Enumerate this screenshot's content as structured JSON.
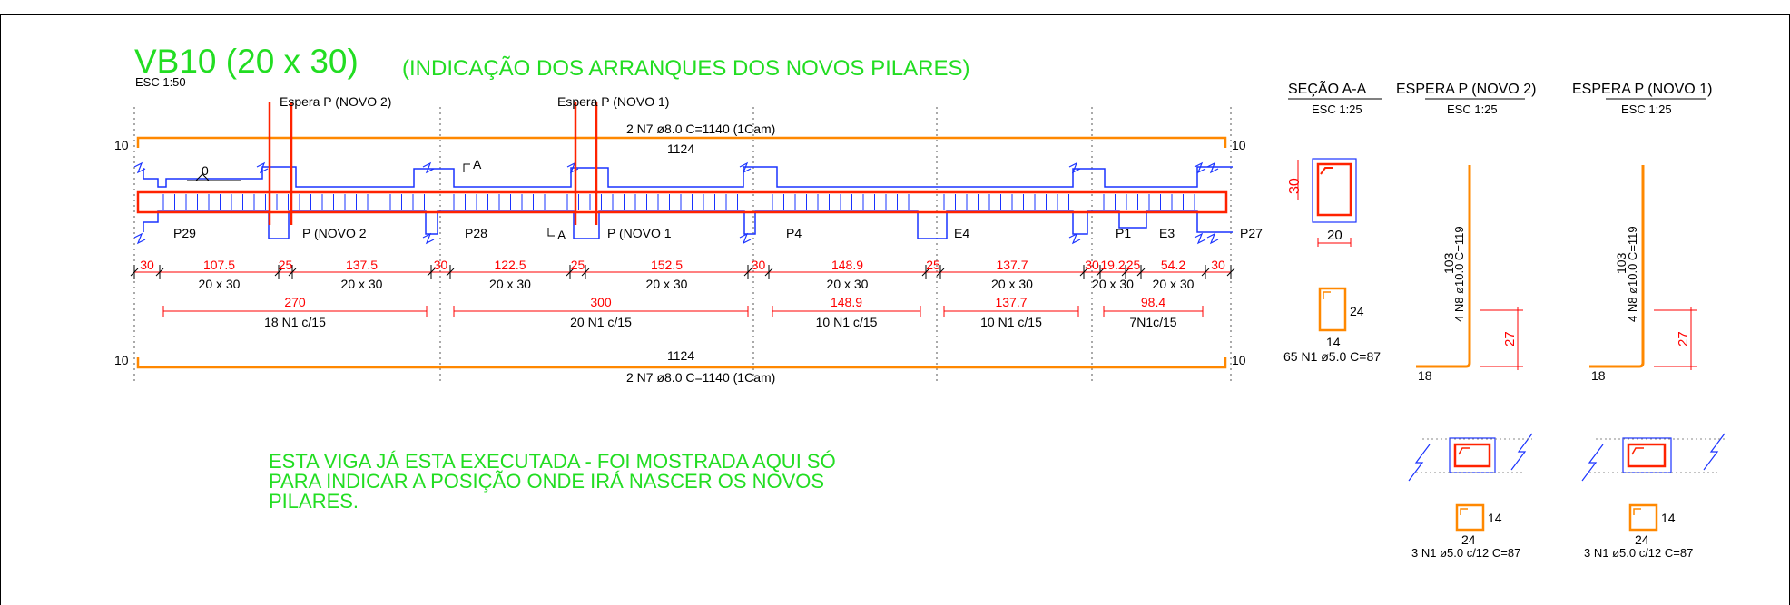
{
  "colors": {
    "title": "#22dd22",
    "bar": "#ff8800",
    "stirrup": "#ff2200",
    "outline": "#1a33ff",
    "dim": "#ff0000",
    "text": "#000000",
    "frame": "#000000"
  },
  "header": {
    "title": "VB10 (20 x 30)",
    "subtitle": "(INDICAÇÃO DOS ARRANQUES DOS NOVOS PILARES)",
    "scale": "ESC 1:50"
  },
  "note": {
    "lines": [
      "ESTA VIGA JÁ ESTA EXECUTADA - FOI MOSTRADA AQUI SÓ",
      "PARA INDICAR A POSIÇÃO ONDE IRÁ NASCER OS NOVOS",
      "PILARES."
    ]
  },
  "beam": {
    "top_bar": {
      "end_hook": "10",
      "length": "1124",
      "spec": "2 N7 ø8.0 C=1140  (1Cam)"
    },
    "bottom_bar": {
      "end_hook": "10",
      "length": "1124",
      "spec": "2 N7 ø8.0 C=1140  (1Cam)"
    },
    "level_mark": "0",
    "section_cut": "A",
    "esperas": [
      "Espera P (NOVO 2)",
      "Espera P (NOVO 1)"
    ],
    "supports": [
      "P29",
      "P (NOVO 2",
      "P28",
      "P (NOVO 1",
      "P4",
      "E4",
      "P1",
      "E3",
      "P27"
    ],
    "spans": [
      {
        "dim": "30",
        "size": ""
      },
      {
        "dim": "107.5",
        "size": "20 x 30"
      },
      {
        "dim": "25",
        "size": ""
      },
      {
        "dim": "137.5",
        "size": "20 x 30"
      },
      {
        "dim": "30",
        "size": ""
      },
      {
        "dim": "122.5",
        "size": "20 x 30"
      },
      {
        "dim": "25",
        "size": ""
      },
      {
        "dim": "152.5",
        "size": "20 x 30"
      },
      {
        "dim": "30",
        "size": ""
      },
      {
        "dim": "148.9",
        "size": "20 x 30"
      },
      {
        "dim": "25",
        "size": ""
      },
      {
        "dim": "137.7",
        "size": "20 x 30"
      },
      {
        "dim": "30",
        "size": ""
      },
      {
        "dim": "19.2",
        "size": "20 x 30"
      },
      {
        "dim": "25",
        "size": ""
      },
      {
        "dim": "54.2",
        "size": "20 x 30"
      },
      {
        "dim": "30",
        "size": ""
      }
    ],
    "stirrup_groups": [
      {
        "length": "270",
        "spec": "18 N1 c/15"
      },
      {
        "length": "300",
        "spec": "20 N1 c/15"
      },
      {
        "length": "148.9",
        "spec": "10 N1 c/15"
      },
      {
        "length": "137.7",
        "spec": "10 N1 c/15"
      },
      {
        "length": "98.4",
        "spec": "7N1c/15"
      }
    ]
  },
  "section_aa": {
    "title": "SEÇÃO A-A",
    "scale": "ESC 1:25",
    "height": "30",
    "width": "20",
    "stirrup_width": "14",
    "stirrup_height": "24",
    "stirrup_spec": "65 N1 ø5.0 C=87"
  },
  "esperas_detail": [
    {
      "title": "ESPERA P (NOVO 2)",
      "scale": "ESC 1:25",
      "bar_length": "103",
      "bar_spec": "4 N8 ø10.0 C=119",
      "lap": "27",
      "hook": "18",
      "stirrup_width": "24",
      "stirrup_height": "14",
      "stirrup_spec": "3 N1 ø5.0 c/12 C=87"
    },
    {
      "title": "ESPERA P (NOVO 1)",
      "scale": "ESC 1:25",
      "bar_length": "103",
      "bar_spec": "4 N8 ø10.0 C=119",
      "lap": "27",
      "hook": "18",
      "stirrup_width": "24",
      "stirrup_height": "14",
      "stirrup_spec": "3 N1 ø5.0 c/12 C=87"
    }
  ]
}
